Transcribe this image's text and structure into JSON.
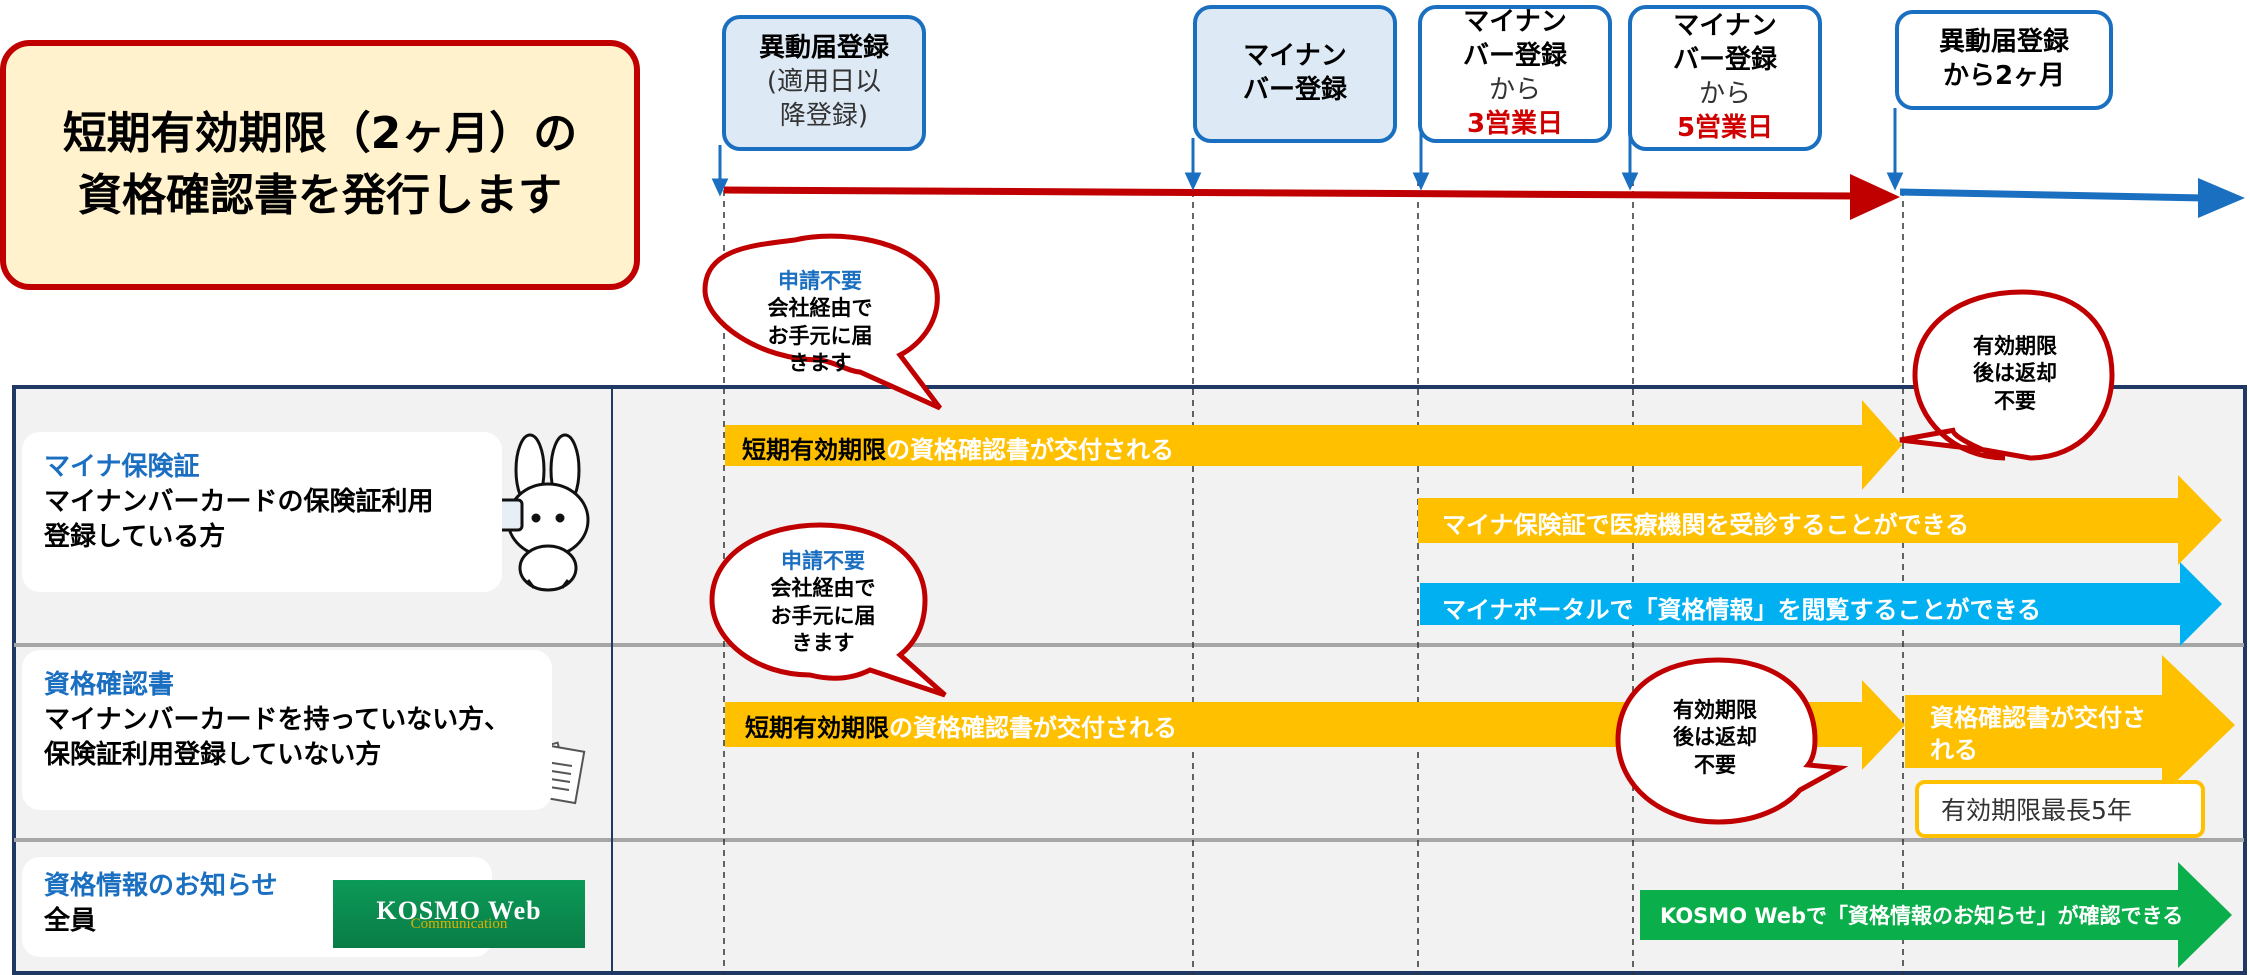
{
  "title": {
    "line1": "短期有効期限（2ヶ月）の",
    "line2": "資格確認書を発行します"
  },
  "events": [
    {
      "lines": [
        {
          "t": "異動届登録",
          "s": "b"
        },
        {
          "t": "(適用日以",
          "s": "n"
        },
        {
          "t": "降登録)",
          "s": "n"
        }
      ]
    },
    {
      "lines": [
        {
          "t": "マイナン",
          "s": "b"
        },
        {
          "t": "バー登録",
          "s": "b"
        }
      ]
    },
    {
      "lines": [
        {
          "t": "マイナン",
          "s": "b"
        },
        {
          "t": "バー登録",
          "s": "b"
        },
        {
          "t": "から",
          "s": "n"
        },
        {
          "t": "3営業日",
          "s": "r"
        }
      ]
    },
    {
      "lines": [
        {
          "t": "マイナン",
          "s": "b"
        },
        {
          "t": "バー登録",
          "s": "b"
        },
        {
          "t": "から",
          "s": "n"
        },
        {
          "t": "5営業日",
          "s": "r"
        }
      ]
    },
    {
      "lines": [
        {
          "t": "異動届登録",
          "s": "b"
        },
        {
          "t": "から2ヶ月",
          "s": "b"
        }
      ]
    }
  ],
  "rows": {
    "mynumber": {
      "category": "マイナ保険証",
      "desc1": "マイナンバーカードの保険証利用",
      "desc2": "登録している方"
    },
    "certificate": {
      "category": "資格確認書",
      "desc1": "マイナンバーカードを持っていない方、",
      "desc2": "保険証利用登録していない方"
    },
    "notice": {
      "category": "資格情報のお知らせ",
      "desc1": "全員"
    }
  },
  "bubbles": {
    "top1": {
      "l1": "申請不要",
      "l2": "会社経由で",
      "l3": "お手元に届",
      "l4": "きます"
    },
    "top2": {
      "l1": "申請不要",
      "l2": "会社経由で",
      "l3": "お手元に届",
      "l4": "きます"
    },
    "return1": {
      "l1": "有効期限",
      "l2": "後は返却",
      "l3": "不要"
    },
    "return2": {
      "l1": "有効期限",
      "l2": "後は返却",
      "l3": "不要"
    }
  },
  "arrows": {
    "a1": {
      "dark": "短期有効期限",
      "rest": "の資格確認書が交付される"
    },
    "a2": {
      "text": "マイナ保険証で医療機関を受診することができる"
    },
    "a3": {
      "text": "マイナポータルで「資格情報」を閲覧することができる"
    },
    "a4": {
      "dark": "短期有効期限",
      "rest": "の資格確認書が交付される"
    },
    "a5": {
      "l1": "資格確認書が交付さ",
      "l2": "れる"
    },
    "a6": {
      "text": "KOSMO Webで「資格情報のお知らせ」が確認できる"
    }
  },
  "validity": "有効期限最長5年",
  "kosmo": {
    "logo": "KOSMO Web",
    "sub": "Communication"
  },
  "colors": {
    "red": "#c00000",
    "blue": "#1b6fc1",
    "orange": "#ffc000",
    "cyan": "#00b0f0",
    "green": "#0aae4a",
    "navy": "#1f3864"
  },
  "icons": [
    "mascot-rabbit-icon",
    "documents-icon"
  ]
}
